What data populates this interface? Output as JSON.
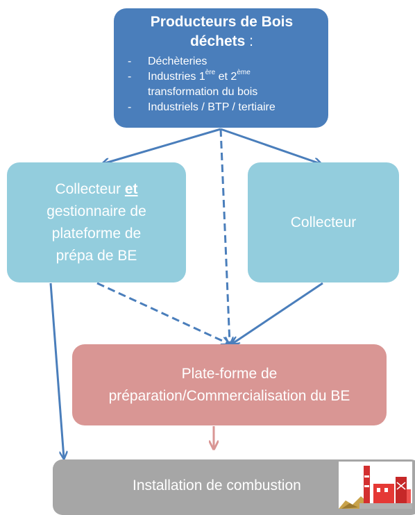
{
  "producers": {
    "title_line1": "Producteurs de Bois",
    "title_line2": "déchets",
    "title_colon": " :",
    "items": [
      {
        "text": "Déchèteries"
      },
      {
        "text_a": "Industries 1",
        "sup_a": "ère",
        "text_b": " et 2",
        "sup_b": "ème",
        "text_c": "transformation du bois"
      },
      {
        "text": "Industriels / BTP / tertiaire"
      }
    ]
  },
  "collector_manager": {
    "line1_before": "Collecteur ",
    "line1_emph": "et",
    "line2": "gestionnaire de",
    "line3": "plateforme de",
    "line4": "prépa de BE"
  },
  "collector": {
    "label": "Collecteur"
  },
  "platform": {
    "line1": "Plate-forme de",
    "line2": "préparation/Commercialisation du BE"
  },
  "installation": {
    "label": "Installation de combustion"
  },
  "icons": {
    "plant": "combustion-plant-icon"
  },
  "colors": {
    "producers": "#4a7ebb",
    "collectors": "#93cddd",
    "platform": "#d99694",
    "installation": "#a6a6a6",
    "arrow_blue": "#4a7ebb",
    "arrow_pink": "#d99694"
  }
}
